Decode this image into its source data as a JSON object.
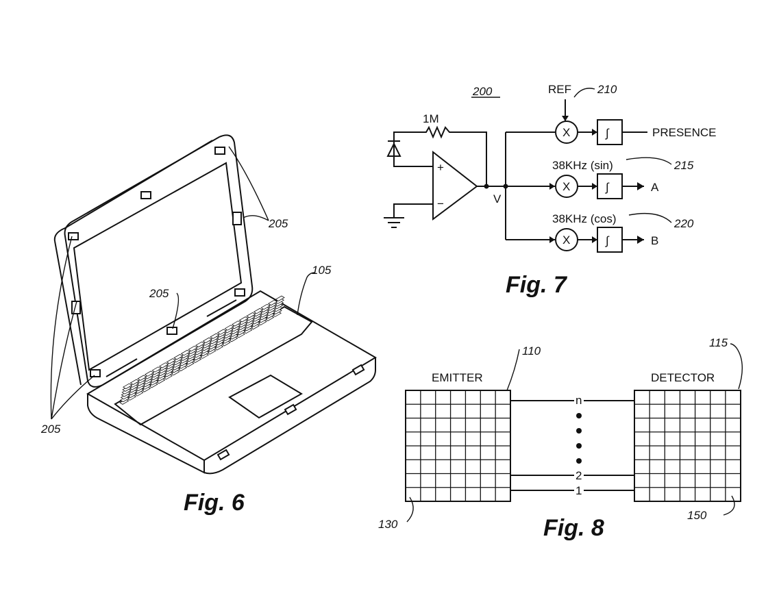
{
  "fig6": {
    "caption": "Fig. 6",
    "ref_computer": "105",
    "ref_sensor_top_right": "205",
    "ref_sensor_center": "205",
    "ref_sensor_left": "205"
  },
  "fig7": {
    "caption": "Fig. 7",
    "ref_circuit": "200",
    "resistor_label": "1M",
    "node_label": "V",
    "ref_label": "REF",
    "ref_210": "210",
    "presence_label": "PRESENCE",
    "sin_label": "38KHz (sin)",
    "ref_215": "215",
    "output_a": "A",
    "cos_label": "38KHz (cos)",
    "ref_220": "220",
    "output_b": "B",
    "mult_symbol": "X",
    "integ_symbol": "∫",
    "opamp_plus": "+",
    "opamp_minus": "−"
  },
  "fig8": {
    "caption": "Fig. 8",
    "emitter_label": "EMITTER",
    "detector_label": "DETECTOR",
    "ref_110": "110",
    "ref_115": "115",
    "ref_130": "130",
    "ref_150": "150",
    "channel_n": "n",
    "channel_2": "2",
    "channel_1": "1"
  }
}
